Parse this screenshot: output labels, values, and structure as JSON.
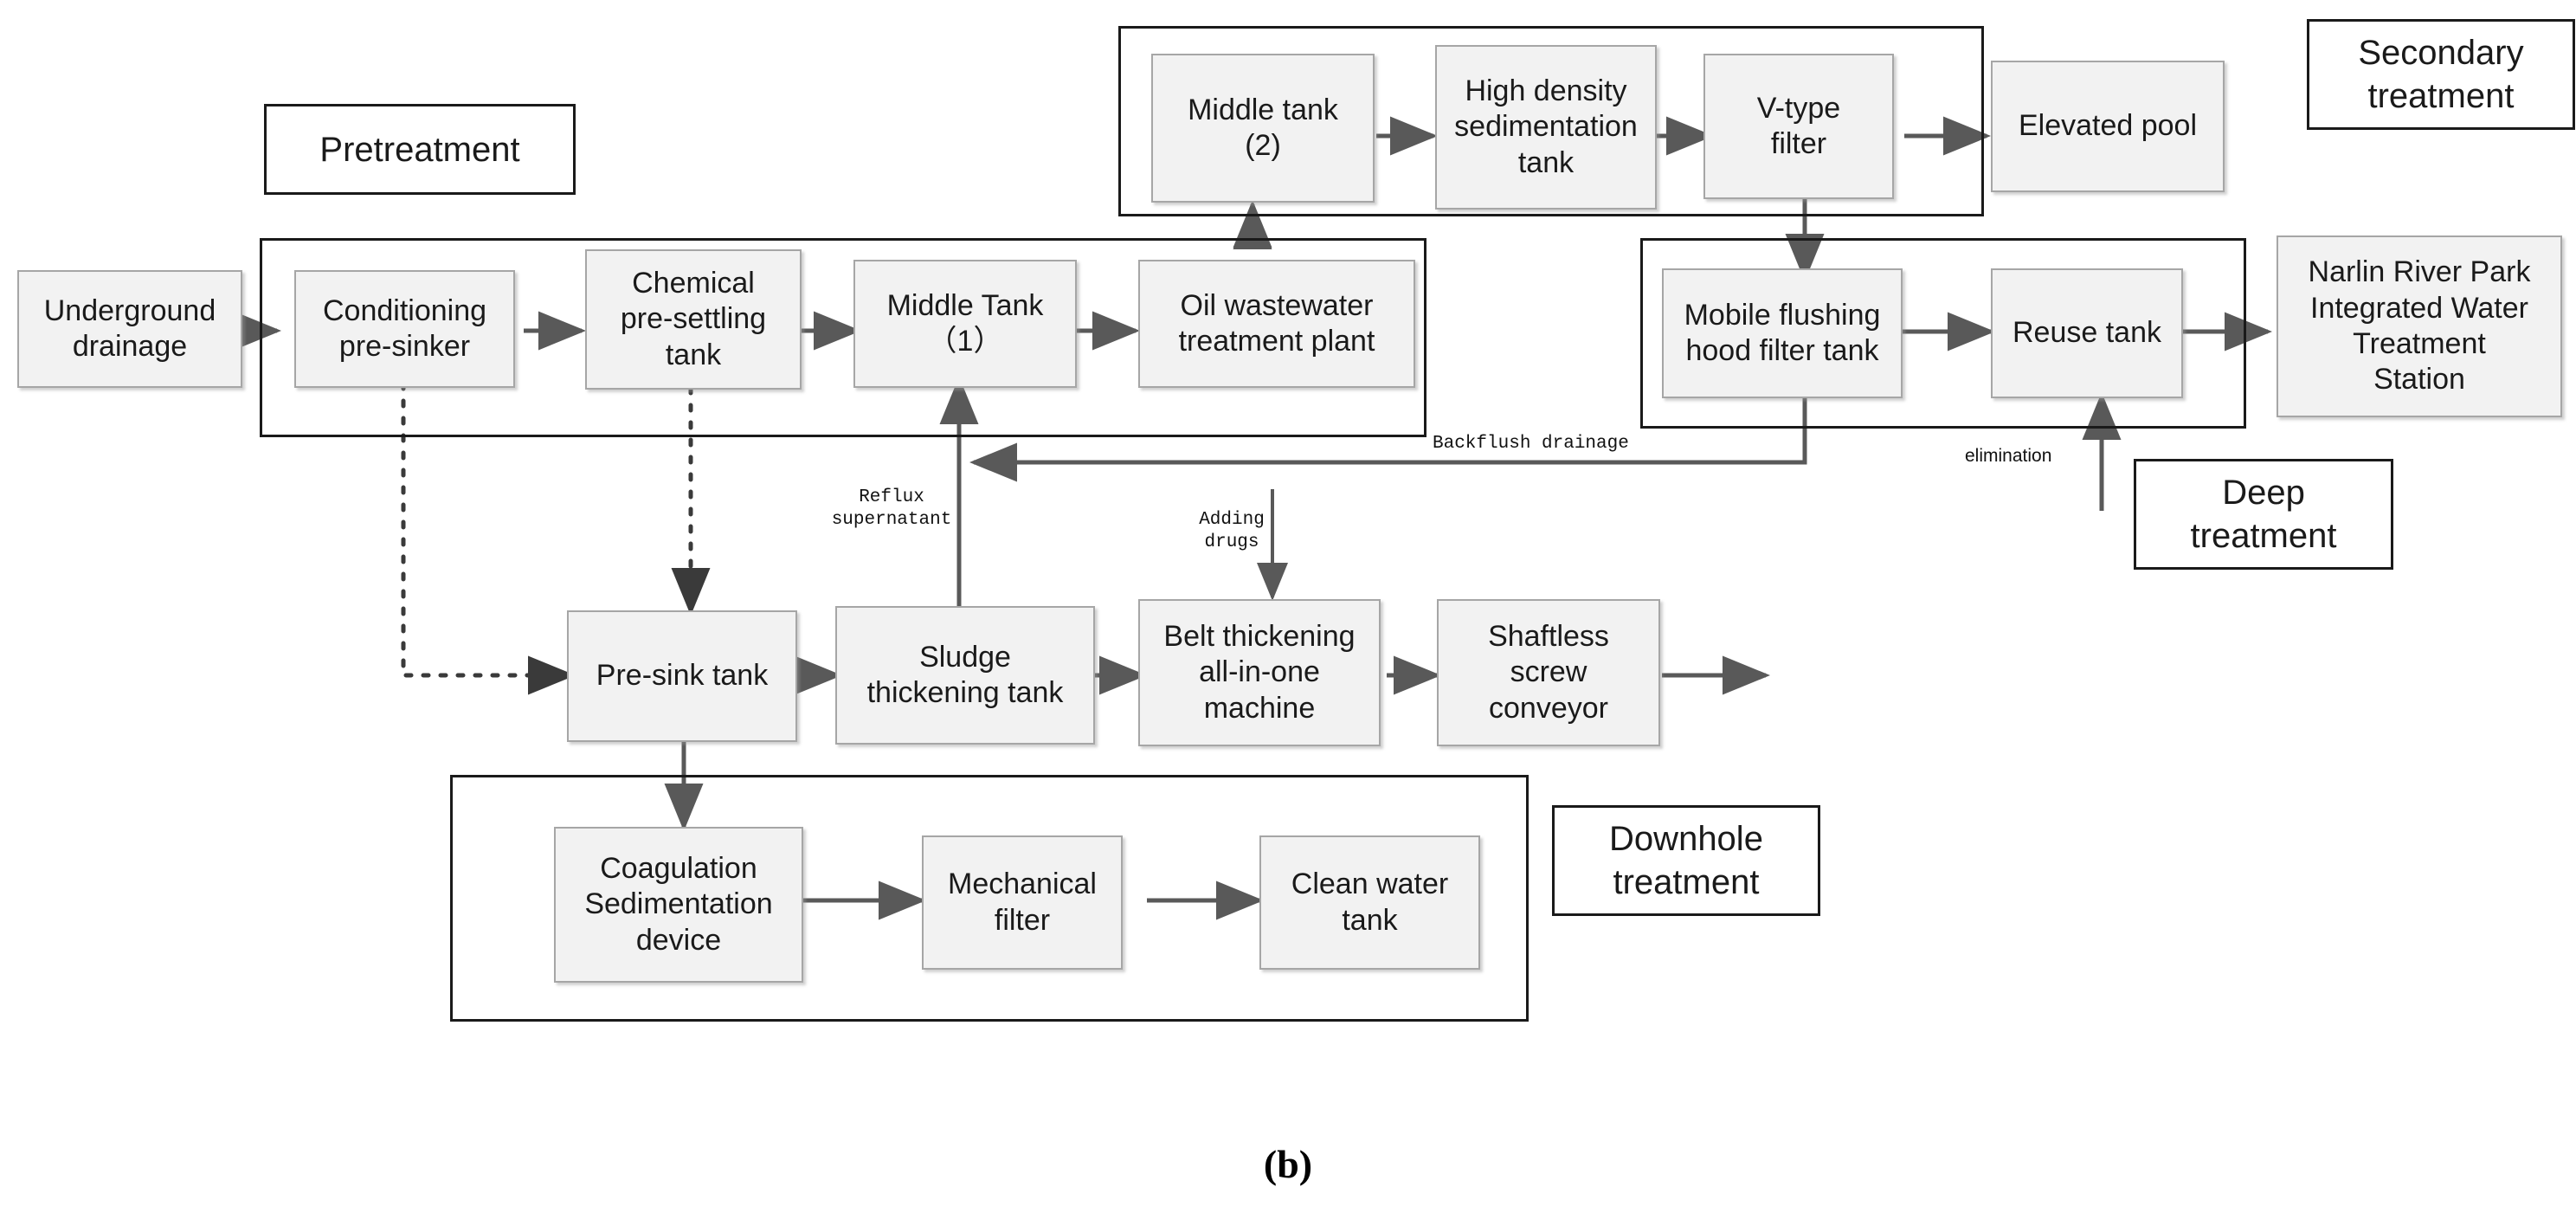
{
  "figure": {
    "caption": "(b)",
    "colors": {
      "node_fill": "#f2f2f2",
      "node_border": "#a6a6a6",
      "group_border": "#1a1a1a",
      "wire": "#595959",
      "text": "#1a1a1a",
      "background": "#ffffff"
    }
  },
  "sections": [
    {
      "id": "pretreatment",
      "label": "Pretreatment"
    },
    {
      "id": "secondary",
      "label": "Secondary\ntreatment"
    },
    {
      "id": "deep",
      "label": "Deep\ntreatment"
    },
    {
      "id": "downhole",
      "label": "Downhole\ntreatment"
    }
  ],
  "nodes": {
    "underground_drainage": "Underground\ndrainage",
    "conditioning_pre_sinker": "Conditioning\npre-sinker",
    "chemical_pre_settling_tank": "Chemical\npre-settling\ntank",
    "middle_tank_1": "Middle Tank\n（1）",
    "oil_wastewater_plant": "Oil wastewater\ntreatment plant",
    "middle_tank_2": "Middle tank\n(2)",
    "high_density_sedimentation_tank": "High density\nsedimentation\ntank",
    "v_type_filter": "V-type\nfilter",
    "elevated_pool": "Elevated pool",
    "mobile_flushing_hood_filter_tank": "Mobile flushing\nhood filter tank",
    "reuse_tank": "Reuse tank",
    "narlin_station": "Narlin River Park\nIntegrated Water\nTreatment\nStation",
    "pre_sink_tank": "Pre-sink tank",
    "sludge_thickening_tank": "Sludge\nthickening tank",
    "belt_thickening_machine": "Belt thickening\nall-in-one\nmachine",
    "shaftless_screw_conveyor": "Shaftless\nscrew\nconveyor",
    "coagulation_sedimentation_device": "Coagulation\nSedimentation\ndevice",
    "mechanical_filter": "Mechanical\nfilter",
    "clean_water_tank": "Clean water\ntank"
  },
  "wire_notes": {
    "reflux_supernatant": "Reflux\nsupernatant",
    "adding_drugs": "Adding\ndrugs",
    "backflush_drainage": "Backflush drainage",
    "elimination": "elimination"
  },
  "flow_edges": [
    {
      "from": "underground_drainage",
      "to": "conditioning_pre_sinker",
      "style": "solid"
    },
    {
      "from": "conditioning_pre_sinker",
      "to": "chemical_pre_settling_tank",
      "style": "solid"
    },
    {
      "from": "chemical_pre_settling_tank",
      "to": "middle_tank_1",
      "style": "solid"
    },
    {
      "from": "middle_tank_1",
      "to": "oil_wastewater_plant",
      "style": "solid"
    },
    {
      "from": "oil_wastewater_plant",
      "to": "middle_tank_2",
      "style": "solid"
    },
    {
      "from": "middle_tank_2",
      "to": "high_density_sedimentation_tank",
      "style": "solid"
    },
    {
      "from": "high_density_sedimentation_tank",
      "to": "v_type_filter",
      "style": "solid"
    },
    {
      "from": "v_type_filter",
      "to": "elevated_pool",
      "style": "solid"
    },
    {
      "from": "v_type_filter",
      "to": "mobile_flushing_hood_filter_tank",
      "style": "solid"
    },
    {
      "from": "mobile_flushing_hood_filter_tank",
      "to": "reuse_tank",
      "style": "solid"
    },
    {
      "from": "reuse_tank",
      "to": "narlin_station",
      "style": "solid"
    },
    {
      "from": "conditioning_pre_sinker",
      "to": "pre_sink_tank",
      "style": "dotted"
    },
    {
      "from": "chemical_pre_settling_tank",
      "to": "pre_sink_tank",
      "style": "dotted"
    },
    {
      "from": "pre_sink_tank",
      "to": "sludge_thickening_tank",
      "style": "solid"
    },
    {
      "from": "sludge_thickening_tank",
      "to": "belt_thickening_machine",
      "style": "solid"
    },
    {
      "from": "belt_thickening_machine",
      "to": "shaftless_screw_conveyor",
      "style": "solid"
    },
    {
      "from": "shaftless_screw_conveyor",
      "to": "output",
      "style": "solid"
    },
    {
      "from": "pre_sink_tank",
      "to": "coagulation_sedimentation_device",
      "style": "solid"
    },
    {
      "from": "coagulation_sedimentation_device",
      "to": "mechanical_filter",
      "style": "solid"
    },
    {
      "from": "mechanical_filter",
      "to": "clean_water_tank",
      "style": "solid"
    },
    {
      "from": "sludge_thickening_tank",
      "to": "middle_tank_1",
      "label": "reflux_supernatant",
      "style": "solid"
    },
    {
      "from": "mobile_flushing_hood_filter_tank",
      "to": "middle_tank_1",
      "label": "backflush_drainage",
      "style": "solid"
    },
    {
      "from": "external",
      "to": "belt_thickening_machine",
      "label": "adding_drugs",
      "style": "solid"
    },
    {
      "from": "external",
      "to": "reuse_tank",
      "label": "elimination",
      "style": "solid"
    }
  ]
}
